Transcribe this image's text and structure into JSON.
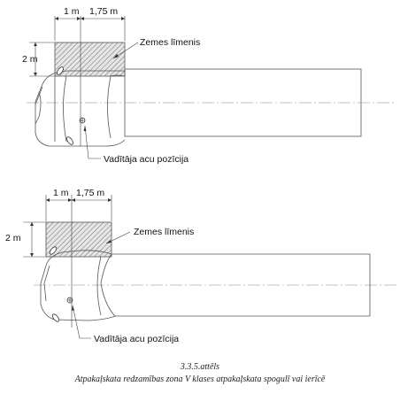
{
  "diagrams": [
    {
      "dim_width_1": "1 m",
      "dim_width_2": "1,75 m",
      "dim_height": "2 m",
      "label_ground": "Zemes līmenis",
      "label_eye": "Vadītāja acu pozīcija"
    },
    {
      "dim_width_1": "1 m",
      "dim_width_2": "1,75 m",
      "dim_height": "2 m",
      "label_ground": "Zemes līmenis",
      "label_eye": "Vadītāja acu pozīcija"
    }
  ],
  "caption": {
    "number": "3.3.5.attēls",
    "text": "Atpakaļskata redzamības zona V klases atpakaļskata spogulī vai ierīcē"
  }
}
